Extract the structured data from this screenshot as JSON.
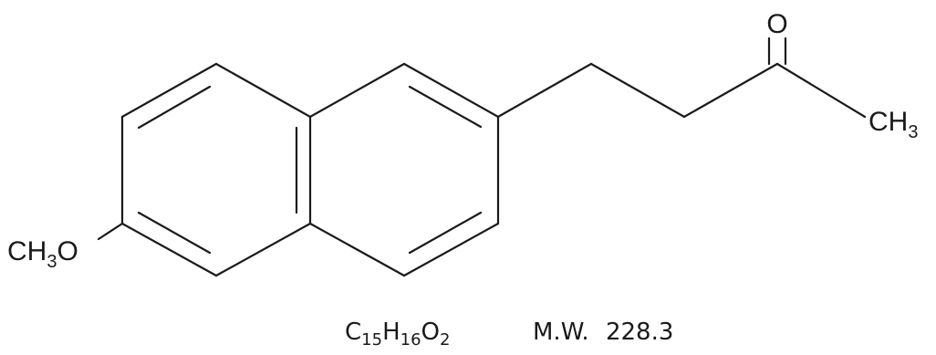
{
  "molecule": {
    "ketone_oxygen": "O",
    "methyl_group": {
      "element": "CH",
      "subscript": "3"
    },
    "methoxy_group": {
      "element": "CH",
      "subscript": "3",
      "suffix": "O"
    }
  },
  "formula": {
    "parts": [
      {
        "element": "C",
        "count": "15"
      },
      {
        "element": "H",
        "count": "16"
      },
      {
        "element": "O",
        "count": "2"
      }
    ]
  },
  "molecular_weight": {
    "label": "M.W.",
    "value": "228.3"
  }
}
